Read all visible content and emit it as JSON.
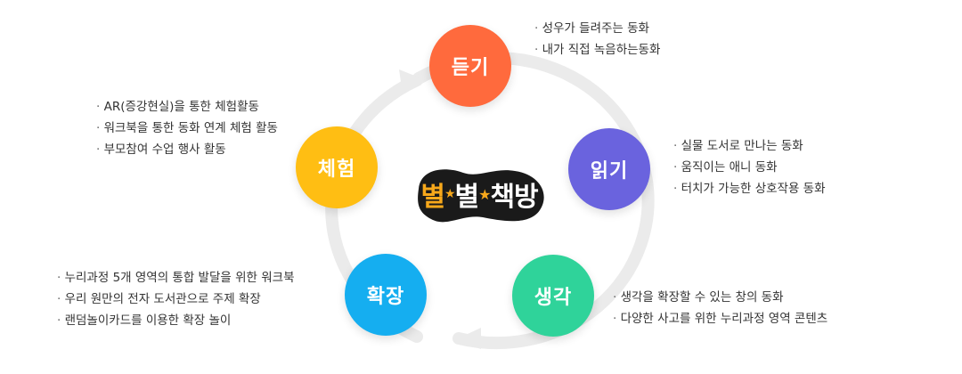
{
  "logo": {
    "chars": [
      {
        "text": "별",
        "color": "#f7a81b"
      },
      {
        "text": "★",
        "color": "#f7a81b"
      },
      {
        "text": "별",
        "color": "#ffffff"
      },
      {
        "text": "★",
        "color": "#f7a81b"
      },
      {
        "text": "책방",
        "color": "#ffffff"
      }
    ]
  },
  "nodes": [
    {
      "label": "듣기",
      "color": "#ff6a3d",
      "items": [
        "성우가 들려주는 동화",
        "내가 직접 녹음하는동화"
      ]
    },
    {
      "label": "읽기",
      "color": "#6a63de",
      "items": [
        "실물 도서로 만나는 동화",
        "움직이는 애니 동화",
        "터치가 가능한 상호작용 동화"
      ]
    },
    {
      "label": "생각",
      "color": "#2fd39a",
      "items": [
        "생각을 확장할 수 있는 창의 동화",
        "다양한 사고를 위한 누리과정 영역 콘텐츠"
      ]
    },
    {
      "label": "확장",
      "color": "#15aef0",
      "items": [
        "누리과정 5개 영역의 통합 발달을 위한 워크북",
        "우리 원만의 전자 도서관으로 주제 확장",
        "랜덤놀이카드를 이용한 확장 놀이"
      ]
    },
    {
      "label": "체험",
      "color": "#ffbe13",
      "items": [
        "AR(증강현실)을 통한 체험활동",
        "워크북을 통한 동화 연계 체험 활동",
        "부모참여 수업 행사 활동"
      ]
    }
  ]
}
